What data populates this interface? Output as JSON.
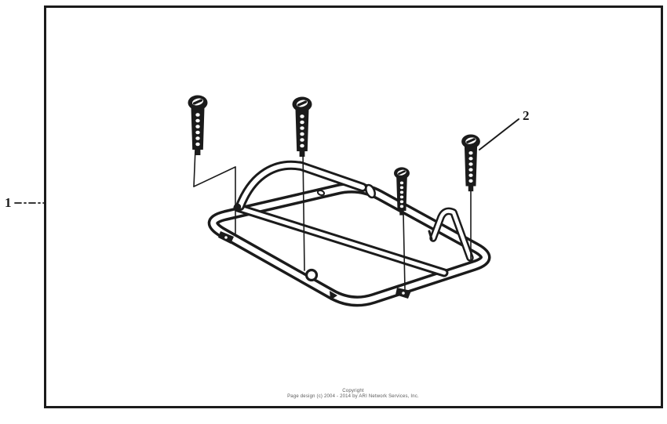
{
  "diagram": {
    "callouts": [
      {
        "label": "1"
      },
      {
        "label": "2"
      }
    ],
    "footer": {
      "line1": "Copyright",
      "line2": "Page design (c) 2004 - 2014 by ARI Network Services, Inc."
    },
    "colors": {
      "ink": "#1b1b1b",
      "paper": "#ffffff",
      "footer_text": "#5a5a5a"
    }
  }
}
